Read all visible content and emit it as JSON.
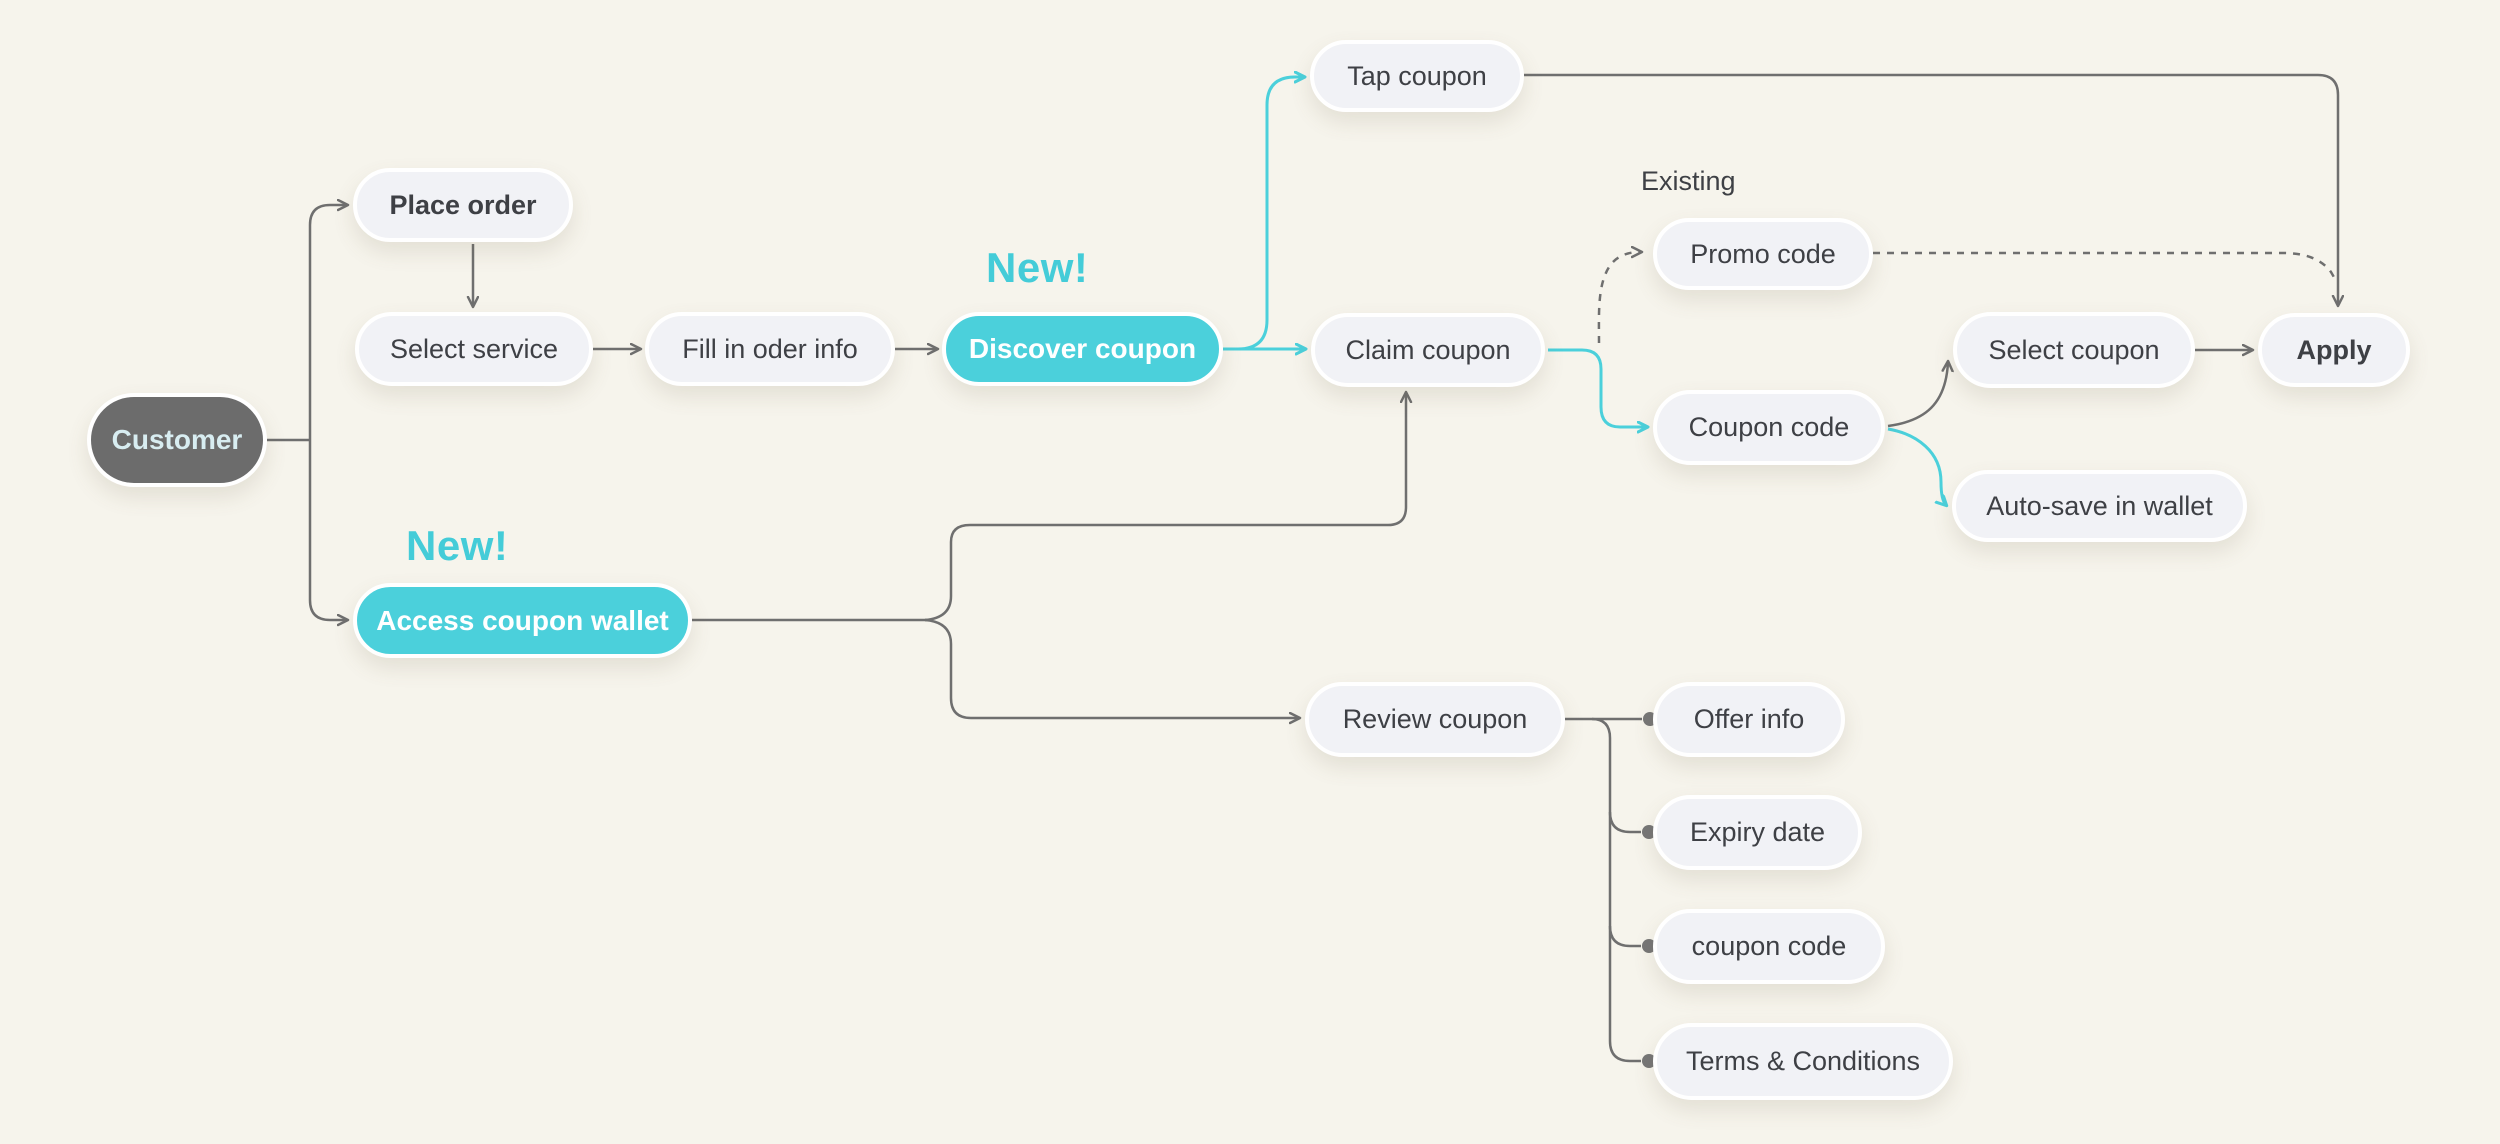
{
  "colors": {
    "background": "#F6F4EC",
    "node_fill": "#F1F2F6",
    "node_border": "#FFFFFF",
    "node_text": "#3E4045",
    "accent_teal": "#4BD0DB",
    "badge_teal": "#44CCD8",
    "customer_fill": "#6C6C6C",
    "customer_text": "#D8EDF1",
    "line_gray": "#6F6F6F",
    "dot_gray": "#767676"
  },
  "badges": {
    "discover_new": "New!",
    "wallet_new": "New!"
  },
  "annotations": {
    "existing_label": "Existing"
  },
  "nodes": {
    "customer": {
      "label": "Customer"
    },
    "place_order": {
      "label": "Place order"
    },
    "select_service": {
      "label": "Select service"
    },
    "fill_in_order_info": {
      "label": "Fill in oder info"
    },
    "discover_coupon": {
      "label": "Discover coupon"
    },
    "tap_coupon": {
      "label": "Tap coupon"
    },
    "claim_coupon": {
      "label": "Claim coupon"
    },
    "promo_code": {
      "label": "Promo code"
    },
    "coupon_code": {
      "label": "Coupon code"
    },
    "select_coupon": {
      "label": "Select coupon"
    },
    "apply": {
      "label": "Apply"
    },
    "auto_save_in_wallet": {
      "label": "Auto-save in wallet"
    },
    "access_coupon_wallet": {
      "label": "Access coupon wallet"
    },
    "review_coupon": {
      "label": "Review coupon"
    },
    "offer_info": {
      "label": "Offer info"
    },
    "expiry_date": {
      "label": "Expiry date"
    },
    "review_coupon_code": {
      "label": "coupon code"
    },
    "terms_and_conditions": {
      "label": "Terms & Conditions"
    }
  }
}
